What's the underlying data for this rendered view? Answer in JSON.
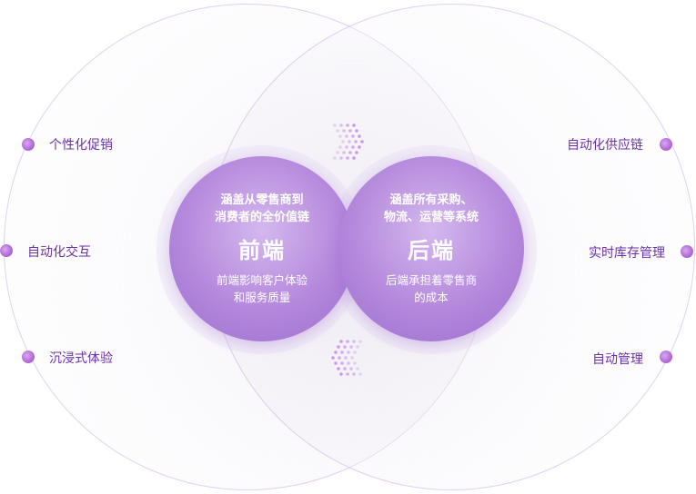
{
  "front": {
    "subtitle_line1": "涵盖从零售商到",
    "subtitle_line2": "消费者的全价值链",
    "title": "前端",
    "desc_line1": "前端影响客户体验",
    "desc_line2": "和服务质量"
  },
  "back": {
    "subtitle_line1": "涵盖所有采购、",
    "subtitle_line2": "物流、运营等系统",
    "title": "后端",
    "desc_line1": "后端承担着零售商",
    "desc_line2": "的成本"
  },
  "left_features": [
    "个性化促销",
    "自动化交互",
    "沉浸式体验"
  ],
  "right_features": [
    "自动化供应链",
    "实时库存管理",
    "自动管理"
  ],
  "colors": {
    "accent": "#9d6ecf",
    "feature_text": "#6b2fa6",
    "dot": "#b06ad8"
  }
}
